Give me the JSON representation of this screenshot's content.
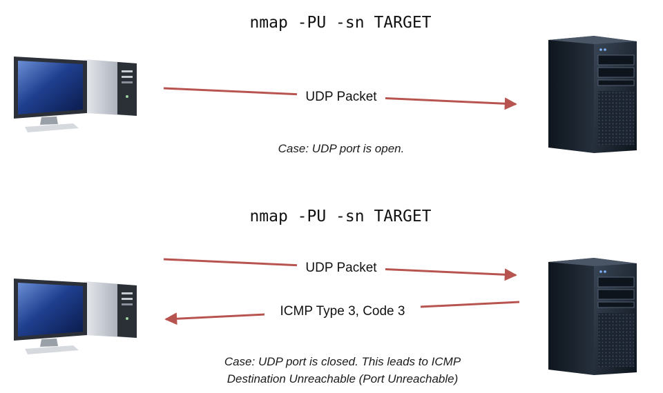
{
  "scenario_open": {
    "command": "nmap -PU -sn TARGET",
    "request_label": "UDP Packet",
    "case_text": "Case: UDP port is open."
  },
  "scenario_closed": {
    "command": "nmap -PU -sn TARGET",
    "request_label": "UDP Packet",
    "reply_label": "ICMP Type 3, Code 3",
    "case_text_line1": "Case: UDP port is closed. This leads to ICMP",
    "case_text_line2": "Destination Unreachable (Port Unreachable)"
  },
  "icons": {
    "client": "desktop-computer-icon",
    "server": "tower-server-icon"
  },
  "colors": {
    "arrow": "#b85450",
    "server_body": "#1b2430"
  }
}
